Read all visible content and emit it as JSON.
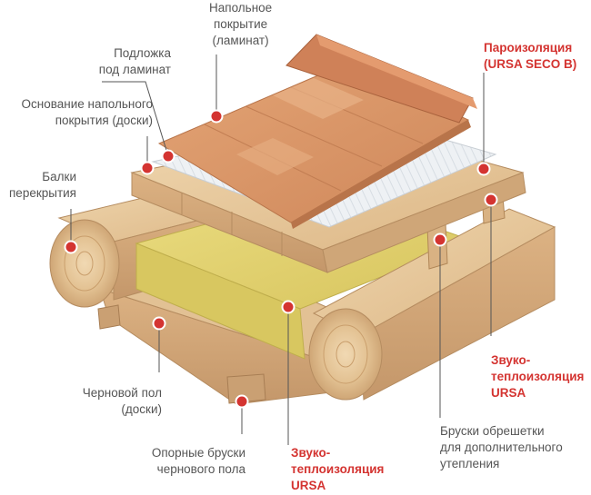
{
  "colors": {
    "accent": "#d43431",
    "text": "#555555",
    "wood_light": "#ebcfa3",
    "wood_mid": "#dfb98a",
    "wood_dark": "#c99e6c",
    "laminate": "#d99466",
    "insulation": "#e3d472",
    "film": "#eef1f4"
  },
  "labels": {
    "floor_covering": [
      "Напольное",
      "покрытие",
      "(ламинат)"
    ],
    "underlay": [
      "Подложка",
      "под ламинат"
    ],
    "floor_base": [
      "Основание напольного",
      "покрытия (доски)"
    ],
    "beams": [
      "Балки",
      "перекрытия"
    ],
    "vapor_barrier": [
      "Пароизоляция",
      "(URSA SECO B)"
    ],
    "insulation_right": [
      "Звуко-",
      "теплоизоляция",
      "URSA"
    ],
    "rough_floor": [
      "Черновой пол",
      "(доски)"
    ],
    "support_bars": [
      "Опорные бруски",
      "чернового пола"
    ],
    "insulation_bottom": [
      "Звуко-",
      "теплоизоляция",
      "URSA"
    ],
    "battens": [
      "Бруски обрешетки",
      "для дополнительного",
      "утепления"
    ]
  }
}
